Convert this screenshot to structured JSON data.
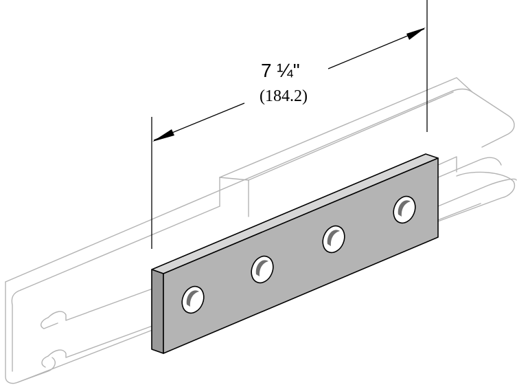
{
  "dimension": {
    "imperial": "7 ¼\"",
    "metric": "(184.2)"
  },
  "plate": {
    "hole_count": 4,
    "face_color": "#b4b4b4",
    "outline_color": "#000000"
  },
  "channel": {
    "outline_color": "#b3b3b3"
  }
}
